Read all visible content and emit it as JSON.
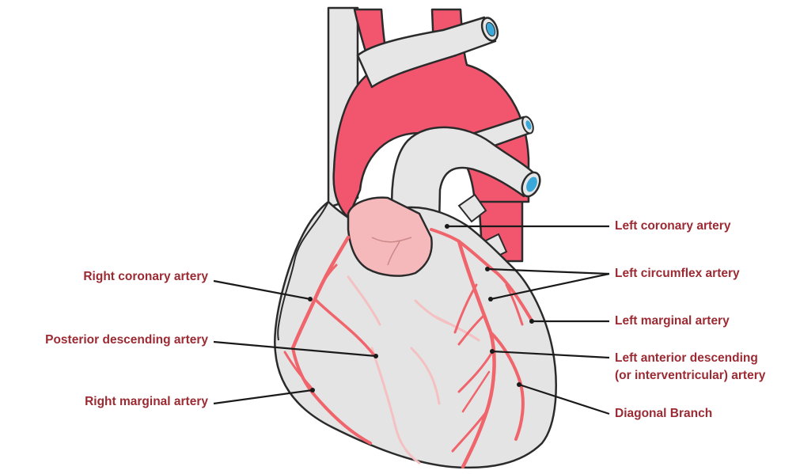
{
  "colors": {
    "label_text": "#9b2a33",
    "aorta_red": "#f2566f",
    "vessel_gray": "#e6e6e6",
    "heart_gray": "#e4e4e4",
    "pulmonary_pink": "#f5b9bb",
    "coronary_artery": "#f0646c",
    "vessel_lumen": "#3aa8d8",
    "outline": "#2b2b2b"
  },
  "labels": {
    "left_coronary": "Left coronary artery",
    "left_circumflex": "Left circumflex artery",
    "left_marginal": "Left marginal artery",
    "lad_line1": "Left anterior descending",
    "lad_line2": "(or interventricular) artery",
    "diagonal": "Diagonal Branch",
    "right_coronary": "Right coronary artery",
    "posterior_descending": "Posterior descending artery",
    "right_marginal": "Right marginal artery"
  }
}
